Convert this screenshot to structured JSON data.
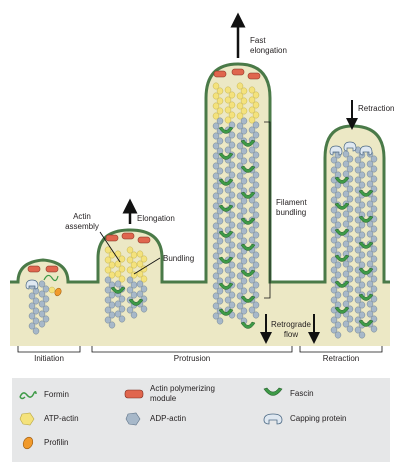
{
  "labels": {
    "fast_elongation": "Fast\nelongation",
    "retraction_top": "Retraction",
    "elongation": "Elongation",
    "actin_assembly": "Actin\nassembly",
    "bundling": "Bundling",
    "filament_bundling": "Filament\nbundling",
    "retrograde_flow": "Retrograde\nflow"
  },
  "stages": {
    "initiation": "Initiation",
    "protrusion": "Protrusion",
    "retraction": "Retraction"
  },
  "legend": {
    "formin": "Formin",
    "actin_polymerizing_module": "Actin polymerizing\nmodule",
    "fascin": "Fascin",
    "atp_actin": "ATP-actin",
    "adp_actin": "ADP-actin",
    "capping_protein": "Capping protein",
    "profilin": "Profilin"
  },
  "colors": {
    "cytoplasm": "#ece8c5",
    "membrane": "#4a7a48",
    "adp_actin": "#a7b8c9",
    "atp_actin": "#f4e27c",
    "fascin": "#3e9a47",
    "polymerizing_module": "#e0664e",
    "capping_protein": "#dfe8f1",
    "profilin": "#f19a2c",
    "legend_bg": "#e6e7e8"
  }
}
